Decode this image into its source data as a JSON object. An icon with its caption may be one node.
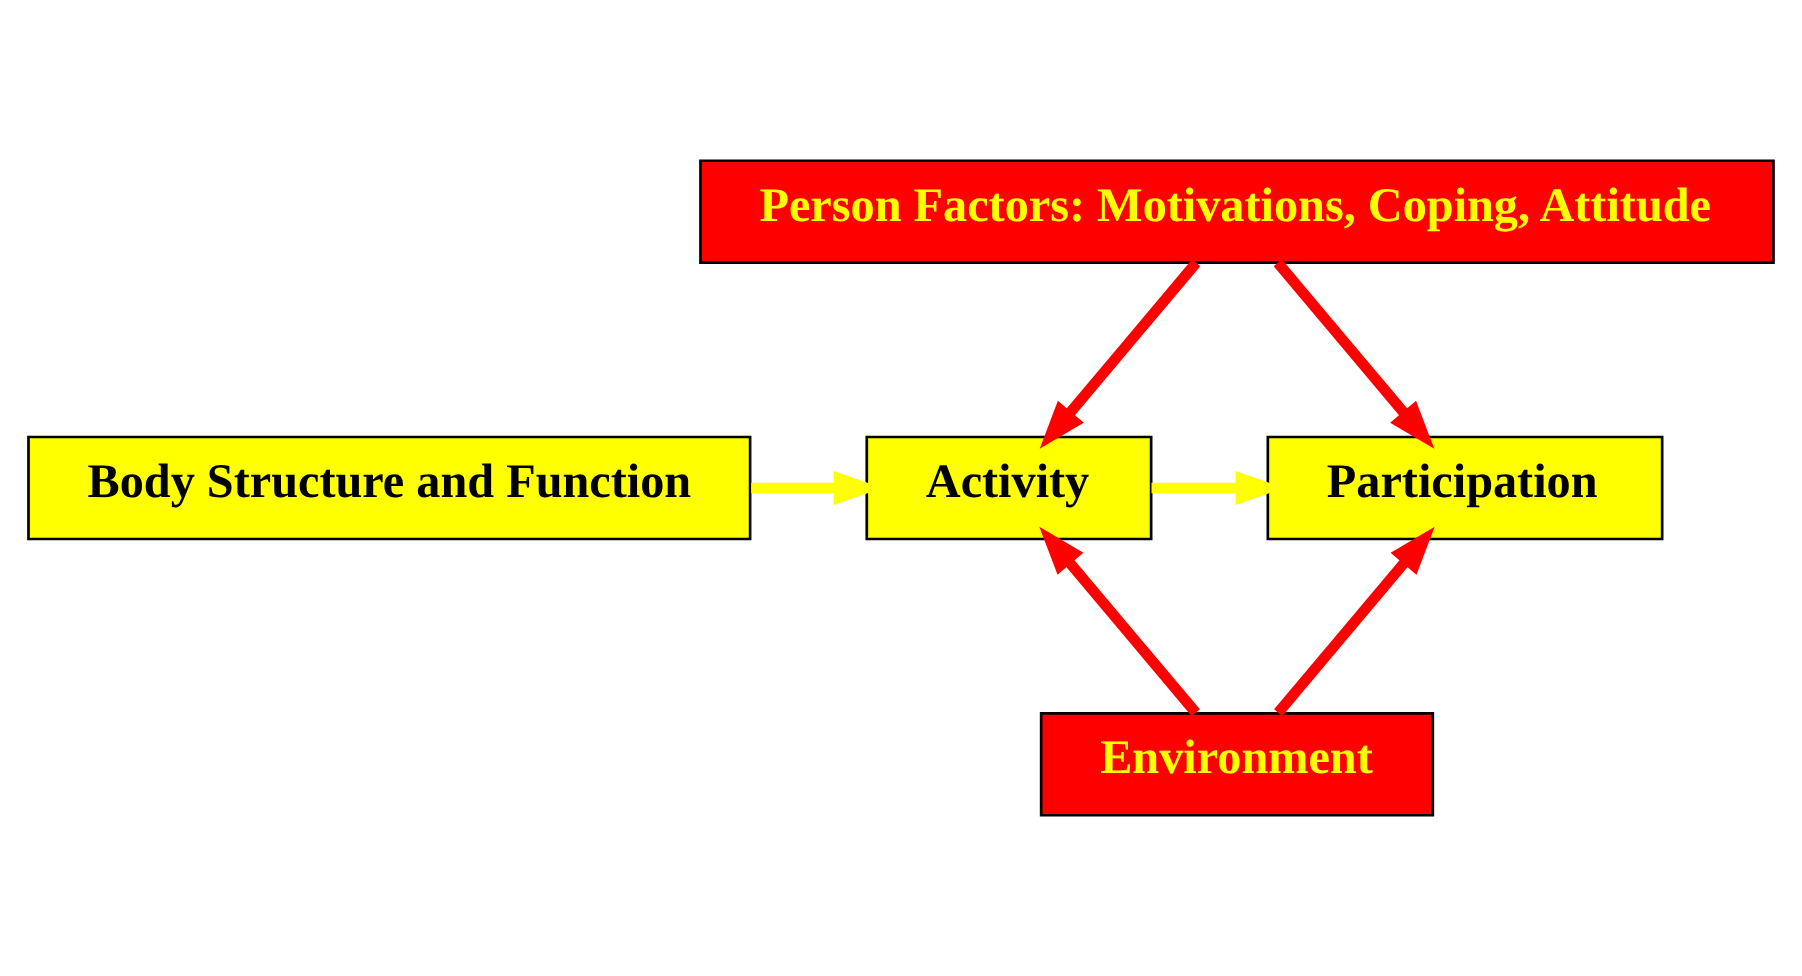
{
  "diagram": {
    "nodes": [
      {
        "text": [
          "Person Factors: Motivations, Coping, Attitude"
        ]
      },
      {
        "text": [
          "Body Structure and Function"
        ]
      },
      {
        "text": [
          "Activity"
        ]
      },
      {
        "text": [
          "Participation"
        ]
      },
      {
        "text": [
          "Environment"
        ]
      }
    ],
    "edges": [
      {
        "from": 0,
        "to": 2,
        "arrow": "to"
      },
      {
        "from": 0,
        "to": 3,
        "arrow": "to"
      },
      {
        "from": 1,
        "to": 2,
        "arrow": "to",
        "color": "#ffff00"
      },
      {
        "from": 2,
        "to": 3,
        "arrow": "to",
        "color": "#ffff00"
      },
      {
        "from": 4,
        "to": 2,
        "arrow": "to"
      },
      {
        "from": 4,
        "to": 3,
        "arrow": "to"
      }
    ]
  }
}
